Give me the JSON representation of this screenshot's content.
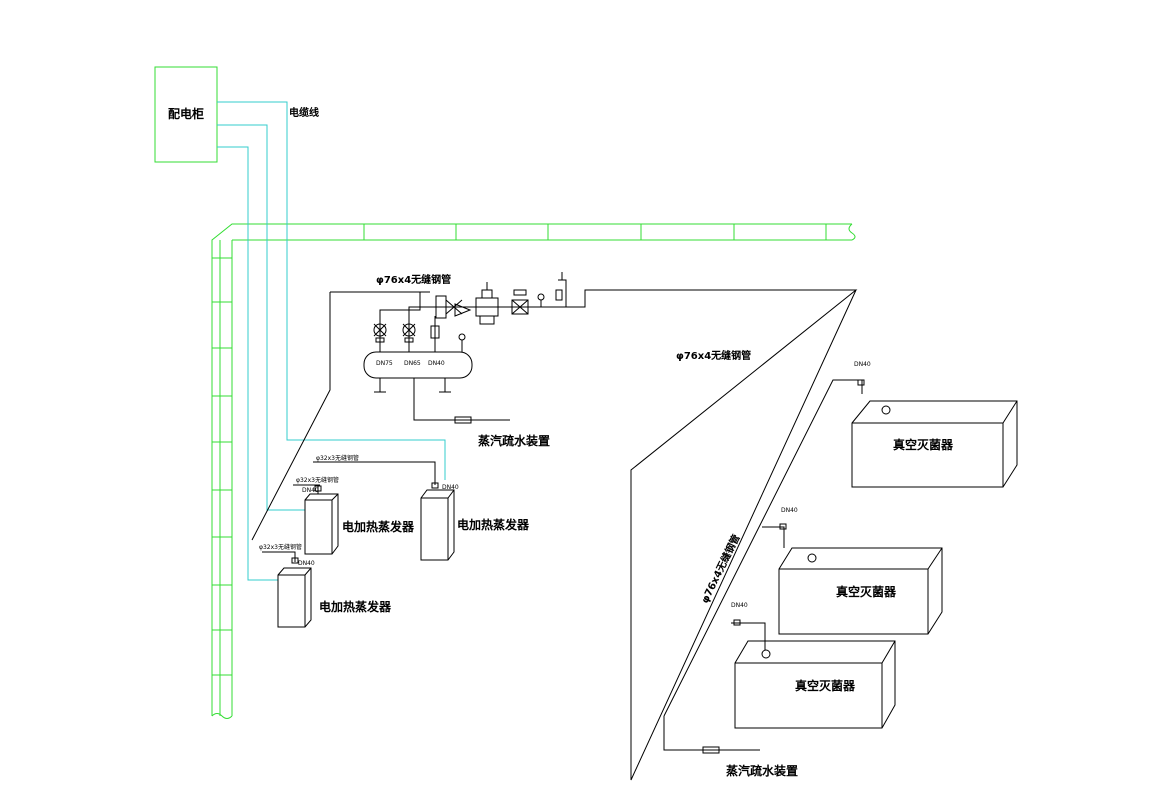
{
  "colors": {
    "cyan": "#33cccc",
    "green": "#33dd33",
    "black": "#000000",
    "background": "#ffffff"
  },
  "labels": {
    "cabinet": "配电柜",
    "cable": "电缆线",
    "main_pipe_top": "φ76x4无缝钢管",
    "main_pipe_mid": "φ76x4无缝钢管",
    "main_pipe_diag": "φ76x4无缝钢管",
    "drain_top": "蒸汽疏水装置",
    "drain_bottom": "蒸汽疏水装置",
    "branch_pipe_1": "φ32x3无缝钢管",
    "branch_pipe_2": "φ32x3无缝钢管",
    "branch_pipe_3": "φ32x3无缝钢管",
    "generator_1": "电加热蒸发器",
    "generator_2": "电加热蒸发器",
    "generator_3": "电加热蒸发器",
    "sterilizer_1": "真空灭菌器",
    "sterilizer_2": "真空灭菌器",
    "sterilizer_3": "真空灭菌器",
    "dn_a": "DN75",
    "dn_b": "DN65",
    "dn_c": "DN40",
    "dn_g1": "DN40",
    "dn_g2": "DN40",
    "dn_g3": "DN40",
    "dn_s1": "DN40",
    "dn_s2": "DN40",
    "dn_s3": "DN40"
  }
}
